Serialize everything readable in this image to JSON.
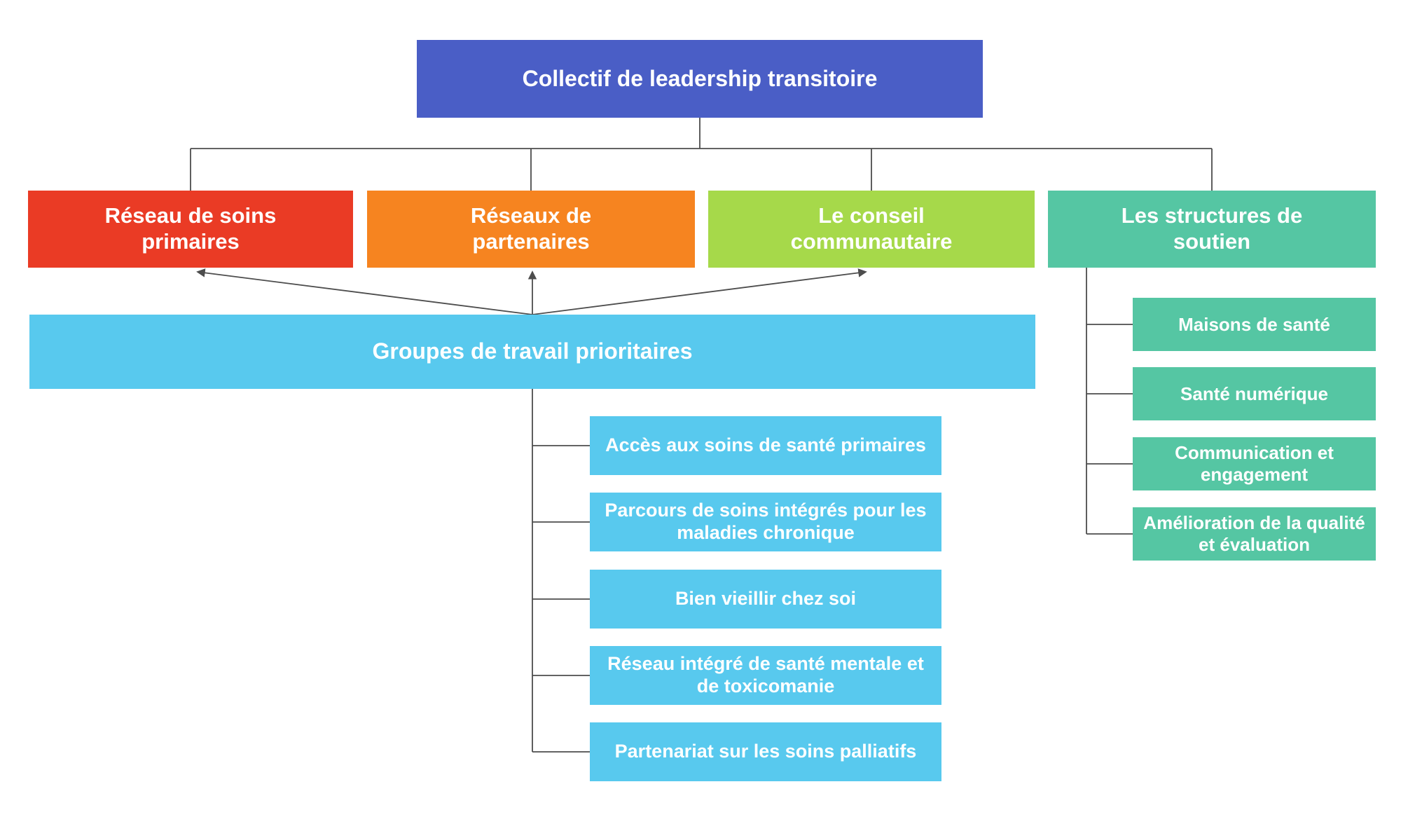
{
  "colors": {
    "root": "#4a5ec6",
    "primary_care": "#ea3b25",
    "partners": "#f68420",
    "community": "#a6d94a",
    "support": "#55c6a3",
    "workgroups": "#58c9ee",
    "line": "#4d4d4d",
    "text": "#ffffff",
    "background": "#ffffff"
  },
  "root": {
    "label": "Collectif de leadership transitoire"
  },
  "branches": [
    {
      "label": "Réseau de soins primaires"
    },
    {
      "label": "Réseaux de partenaires"
    },
    {
      "label": "Le conseil communautaire"
    },
    {
      "label": "Les structures de soutien"
    }
  ],
  "workgroups": {
    "label": "Groupes de travail prioritaires",
    "children": [
      {
        "label": "Accès aux soins de santé primaires"
      },
      {
        "label": "Parcours de soins intégrés pour les maladies chronique"
      },
      {
        "label": "Bien vieillir chez soi"
      },
      {
        "label": "Réseau intégré de santé mentale et de toxicomanie"
      },
      {
        "label": "Partenariat sur les soins palliatifs"
      }
    ]
  },
  "support_structures": {
    "children": [
      {
        "label": "Maisons de santé"
      },
      {
        "label": "Santé numérique"
      },
      {
        "label": "Communication et engagement"
      },
      {
        "label": "Amélioration de la qualité et évaluation"
      }
    ]
  }
}
